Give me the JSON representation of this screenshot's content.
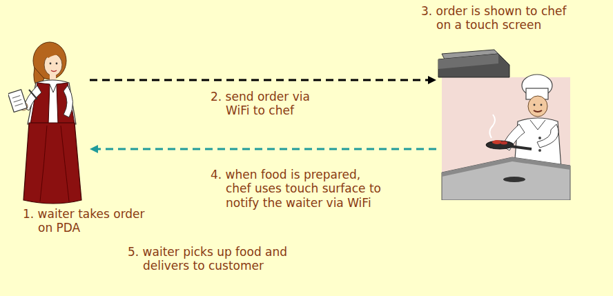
{
  "diagram": {
    "nodes": [
      {
        "text": [
          "1. waiter takes order on PDA"
        ]
      },
      {
        "text": [
          "3. order is shown to chef on a touch screen"
        ]
      }
    ],
    "edges": [
      {
        "from": 0,
        "to": 1,
        "arrow": "to",
        "label": "2. send order via WiFi to chef"
      },
      {
        "from": 1,
        "to": 0,
        "arrow": "to",
        "label": "4. when food is prepared, chef uses touch surface to notify the waiter via WiFi"
      }
    ],
    "labels": [
      "5. waiter picks up food and delivers to customer"
    ]
  }
}
